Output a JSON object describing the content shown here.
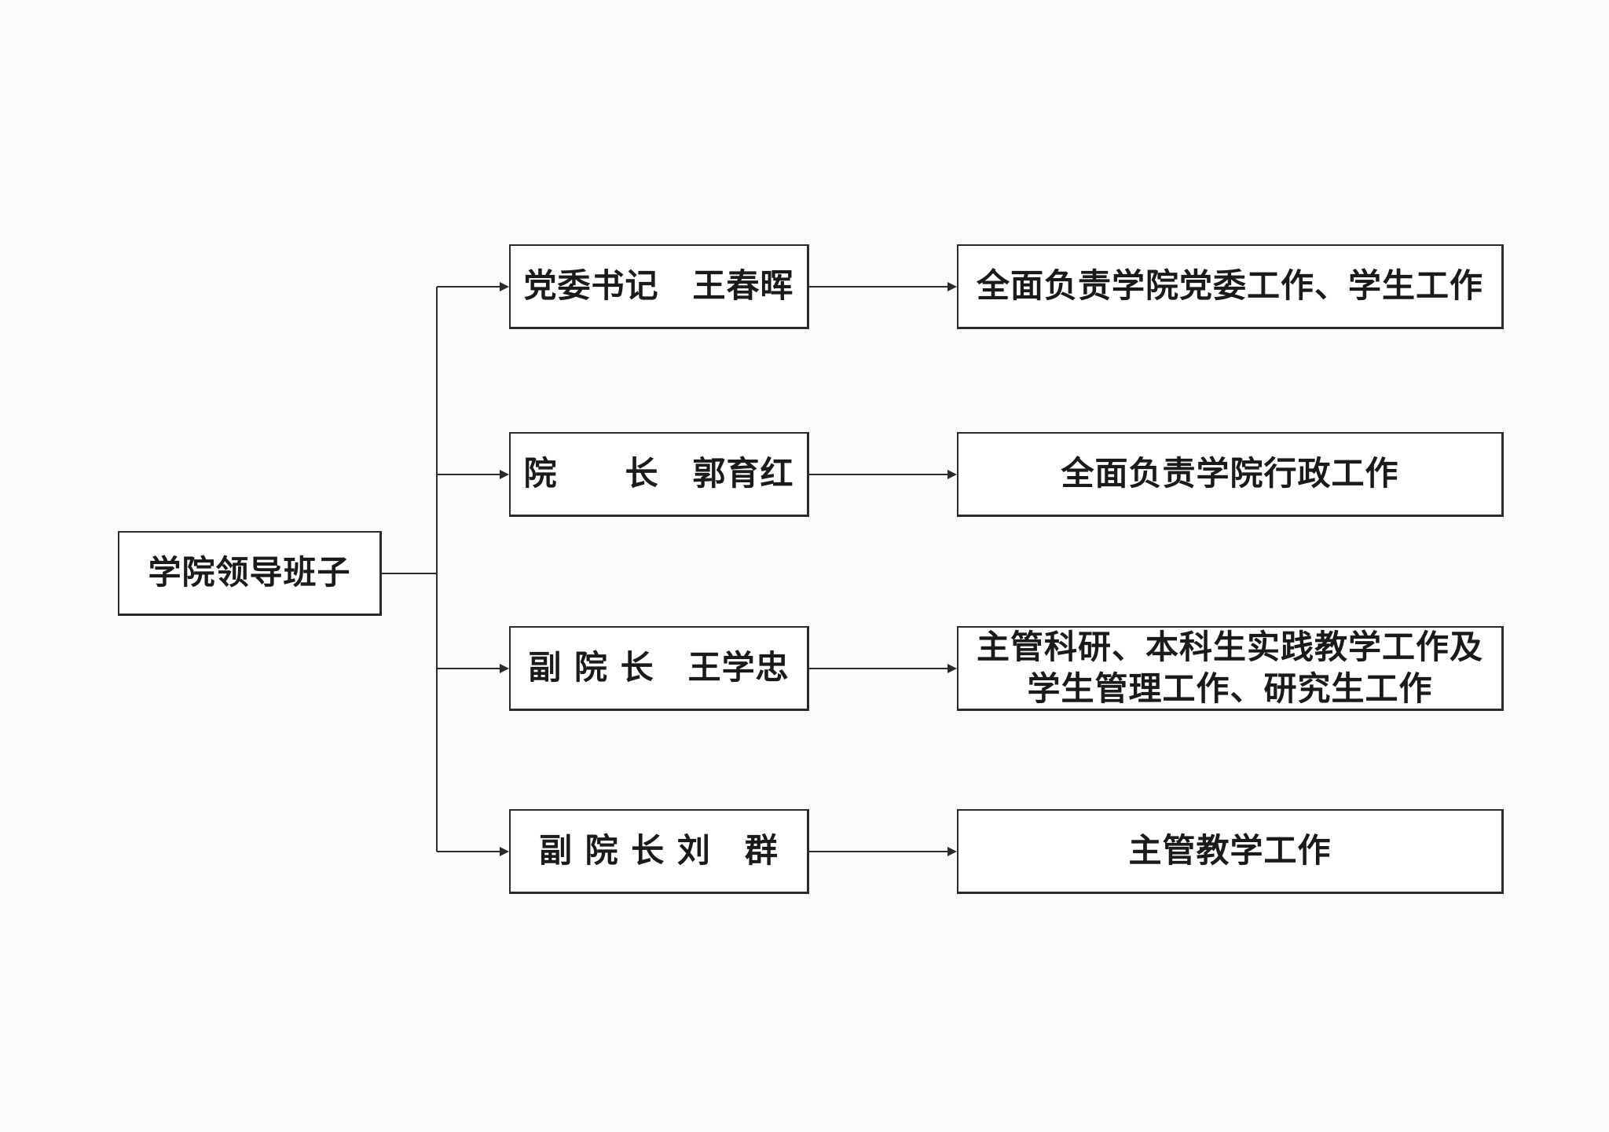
{
  "diagram": {
    "root": {
      "label": "学院领导班子"
    },
    "leaders": [
      {
        "label": "党委书记　王春晖",
        "duty": [
          "全面负责学院党委工作、学生工作"
        ]
      },
      {
        "label": "院　　长　郭育红",
        "duty": [
          "全面负责学院行政工作"
        ]
      },
      {
        "label": "副 院 长　王学忠",
        "duty": [
          "主管科研、本科生实践教学工作及",
          "学生管理工作、研究生工作"
        ]
      },
      {
        "label": "副 院 长 刘　群",
        "duty": [
          "主管教学工作"
        ]
      }
    ]
  },
  "colors": {
    "line": "#2b2b2b",
    "box_border": "#2b2b2b",
    "box_fill": "#ffffff",
    "background": "#fbfbfb"
  }
}
